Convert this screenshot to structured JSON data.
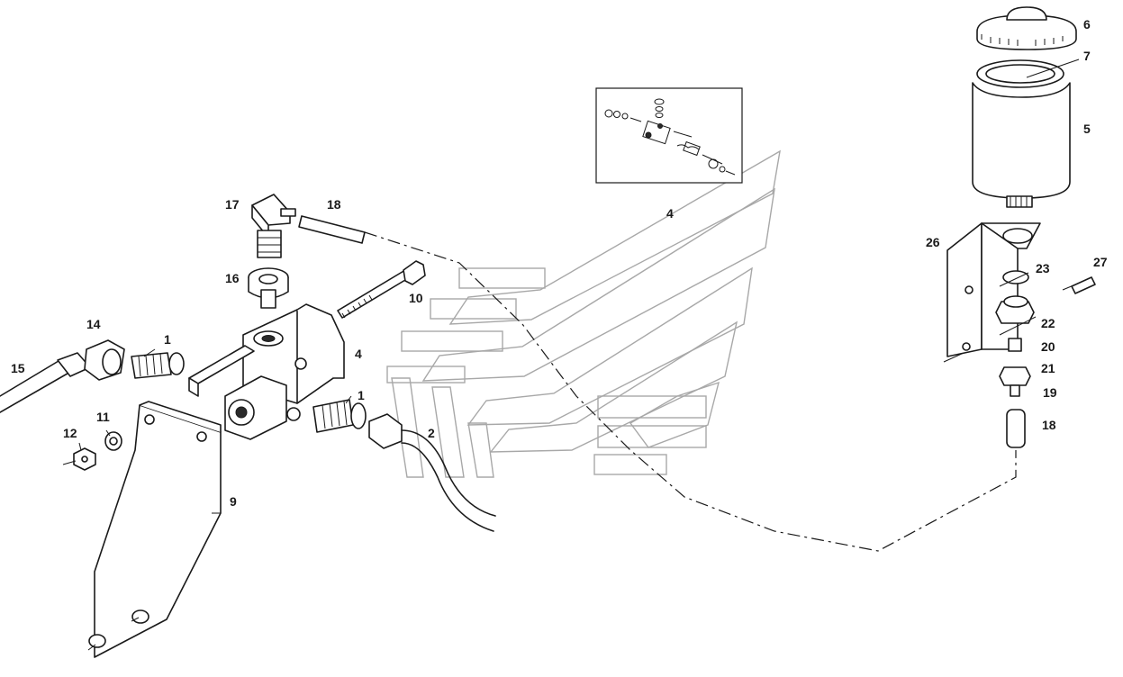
{
  "callouts": [
    {
      "id": "c6",
      "text": "6"
    },
    {
      "id": "c7",
      "text": "7"
    },
    {
      "id": "c5",
      "text": "5"
    },
    {
      "id": "c4a",
      "text": "4"
    },
    {
      "id": "c17",
      "text": "17"
    },
    {
      "id": "c18a",
      "text": "18"
    },
    {
      "id": "c26",
      "text": "26"
    },
    {
      "id": "c27",
      "text": "27"
    },
    {
      "id": "c23",
      "text": "23"
    },
    {
      "id": "c16",
      "text": "16"
    },
    {
      "id": "c10",
      "text": "10"
    },
    {
      "id": "c22",
      "text": "22"
    },
    {
      "id": "c14",
      "text": "14"
    },
    {
      "id": "c1a",
      "text": "1"
    },
    {
      "id": "c20",
      "text": "20"
    },
    {
      "id": "c4b",
      "text": "4"
    },
    {
      "id": "c15",
      "text": "15"
    },
    {
      "id": "c21",
      "text": "21"
    },
    {
      "id": "c1b",
      "text": "1"
    },
    {
      "id": "c19",
      "text": "19"
    },
    {
      "id": "c11",
      "text": "11"
    },
    {
      "id": "c18b",
      "text": "18"
    },
    {
      "id": "c12",
      "text": "12"
    },
    {
      "id": "c2",
      "text": "2"
    },
    {
      "id": "c9",
      "text": "9"
    }
  ]
}
